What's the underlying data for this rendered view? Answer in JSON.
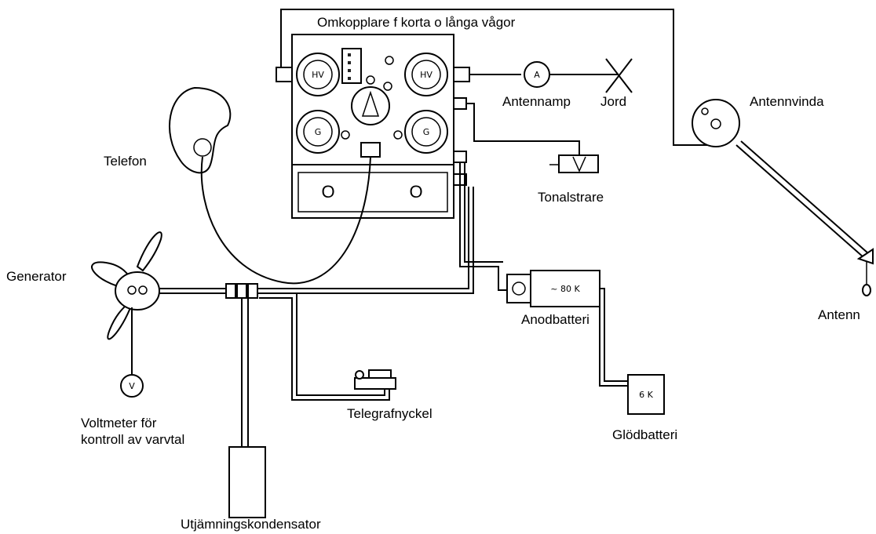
{
  "labels": {
    "omkopplare": "Omkopplare f korta o långa vågor",
    "antennamp": "Antennamp",
    "jord": "Jord",
    "antennvinda": "Antennvinda",
    "telefon": "Telefon",
    "tonalstrare": "Tonalstrare",
    "generator": "Generator",
    "antenn": "Antenn",
    "anodbatteri": "Anodbatteri",
    "telegrafnyckel": "Telegrafnyckel",
    "voltmeter_line1": "Voltmeter för",
    "voltmeter_line2": "kontroll av varvtal",
    "glodbatteri": "Glödbatteri",
    "utjamning": "Utjämningskondensator"
  },
  "component_marks": {
    "coil_left_top": "HV",
    "coil_right_top": "HV",
    "coil_left_bottom": "G",
    "coil_right_bottom": "G",
    "knob_left": "O",
    "knob_right": "O",
    "anod_value": "~ 80 K",
    "glod_value": "6 K",
    "ammeter_mark": "A",
    "voltmeter_mark": "V"
  }
}
